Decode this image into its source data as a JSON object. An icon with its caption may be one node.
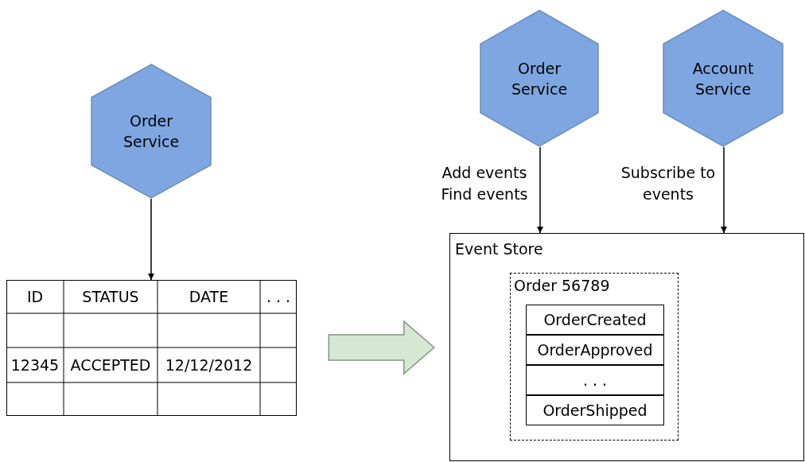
{
  "diagram": {
    "nodes": [
      {
        "text": [
          "Order Service"
        ]
      },
      {
        "text": [
          "ID",
          "STATUS",
          "DATE",
          ". . .",
          "12345",
          "ACCEPTED",
          "12/12/2012"
        ]
      },
      {
        "text": [
          "Order Service"
        ]
      },
      {
        "text": [
          "Account Service"
        ]
      },
      {
        "text": [
          "Event Store"
        ]
      },
      {
        "text": [
          "Order 56789"
        ],
        "in": 4
      },
      {
        "text": [
          "OrderCreated"
        ],
        "in": 5
      },
      {
        "text": [
          "OrderApproved"
        ],
        "in": 5
      },
      {
        "text": [
          ". . ."
        ],
        "in": 5
      },
      {
        "text": [
          "OrderShipped"
        ],
        "in": 5
      }
    ],
    "edges": [
      {
        "from": 0,
        "to": 1,
        "arrow": "to"
      },
      {
        "from": 1,
        "to": 4,
        "arrow": "to",
        "style": "thick",
        "color": "#d5e8d4"
      },
      {
        "from": 2,
        "to": 4,
        "arrow": "to",
        "label": "Add events Find events"
      },
      {
        "from": 3,
        "to": 4,
        "arrow": "to",
        "label": "Subscribe to events"
      }
    ]
  }
}
